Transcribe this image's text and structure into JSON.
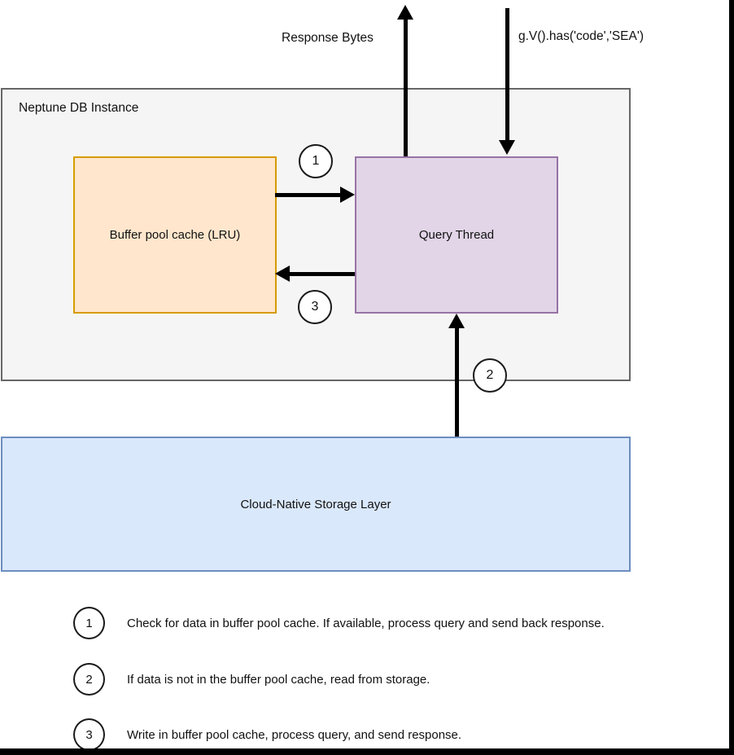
{
  "diagram": {
    "container": {
      "label": "Neptune DB Instance"
    },
    "nodes": {
      "buffer": {
        "label": "Buffer pool cache (LRU)"
      },
      "query": {
        "label": "Query Thread"
      },
      "storage": {
        "label": "Cloud-Native Storage Layer"
      }
    },
    "flows": {
      "response": {
        "label": "Response Bytes",
        "direction": "up"
      },
      "incoming_query": {
        "label": "g.V().has('code','SEA')",
        "direction": "down"
      },
      "step1": {
        "badge": "1",
        "direction": "right"
      },
      "step2": {
        "badge": "2",
        "direction": "up"
      },
      "step3": {
        "badge": "3",
        "direction": "left"
      }
    },
    "legend": [
      {
        "badge": "1",
        "text": "Check for data in buffer pool cache. If available, process query and send back response."
      },
      {
        "badge": "2",
        "text": "If data is not in the buffer pool cache, read from storage."
      },
      {
        "badge": "3",
        "text": "Write in buffer pool cache, process query, and send response."
      }
    ],
    "colors": {
      "container_fill": "#f5f5f5",
      "container_border": "#666666",
      "buffer_fill": "#ffe6cc",
      "buffer_border": "#d79b00",
      "query_fill": "#e1d5e7",
      "query_border": "#9673a6",
      "storage_fill": "#dae8fc",
      "storage_border": "#6c8ebf",
      "arrow": "#000000"
    }
  }
}
